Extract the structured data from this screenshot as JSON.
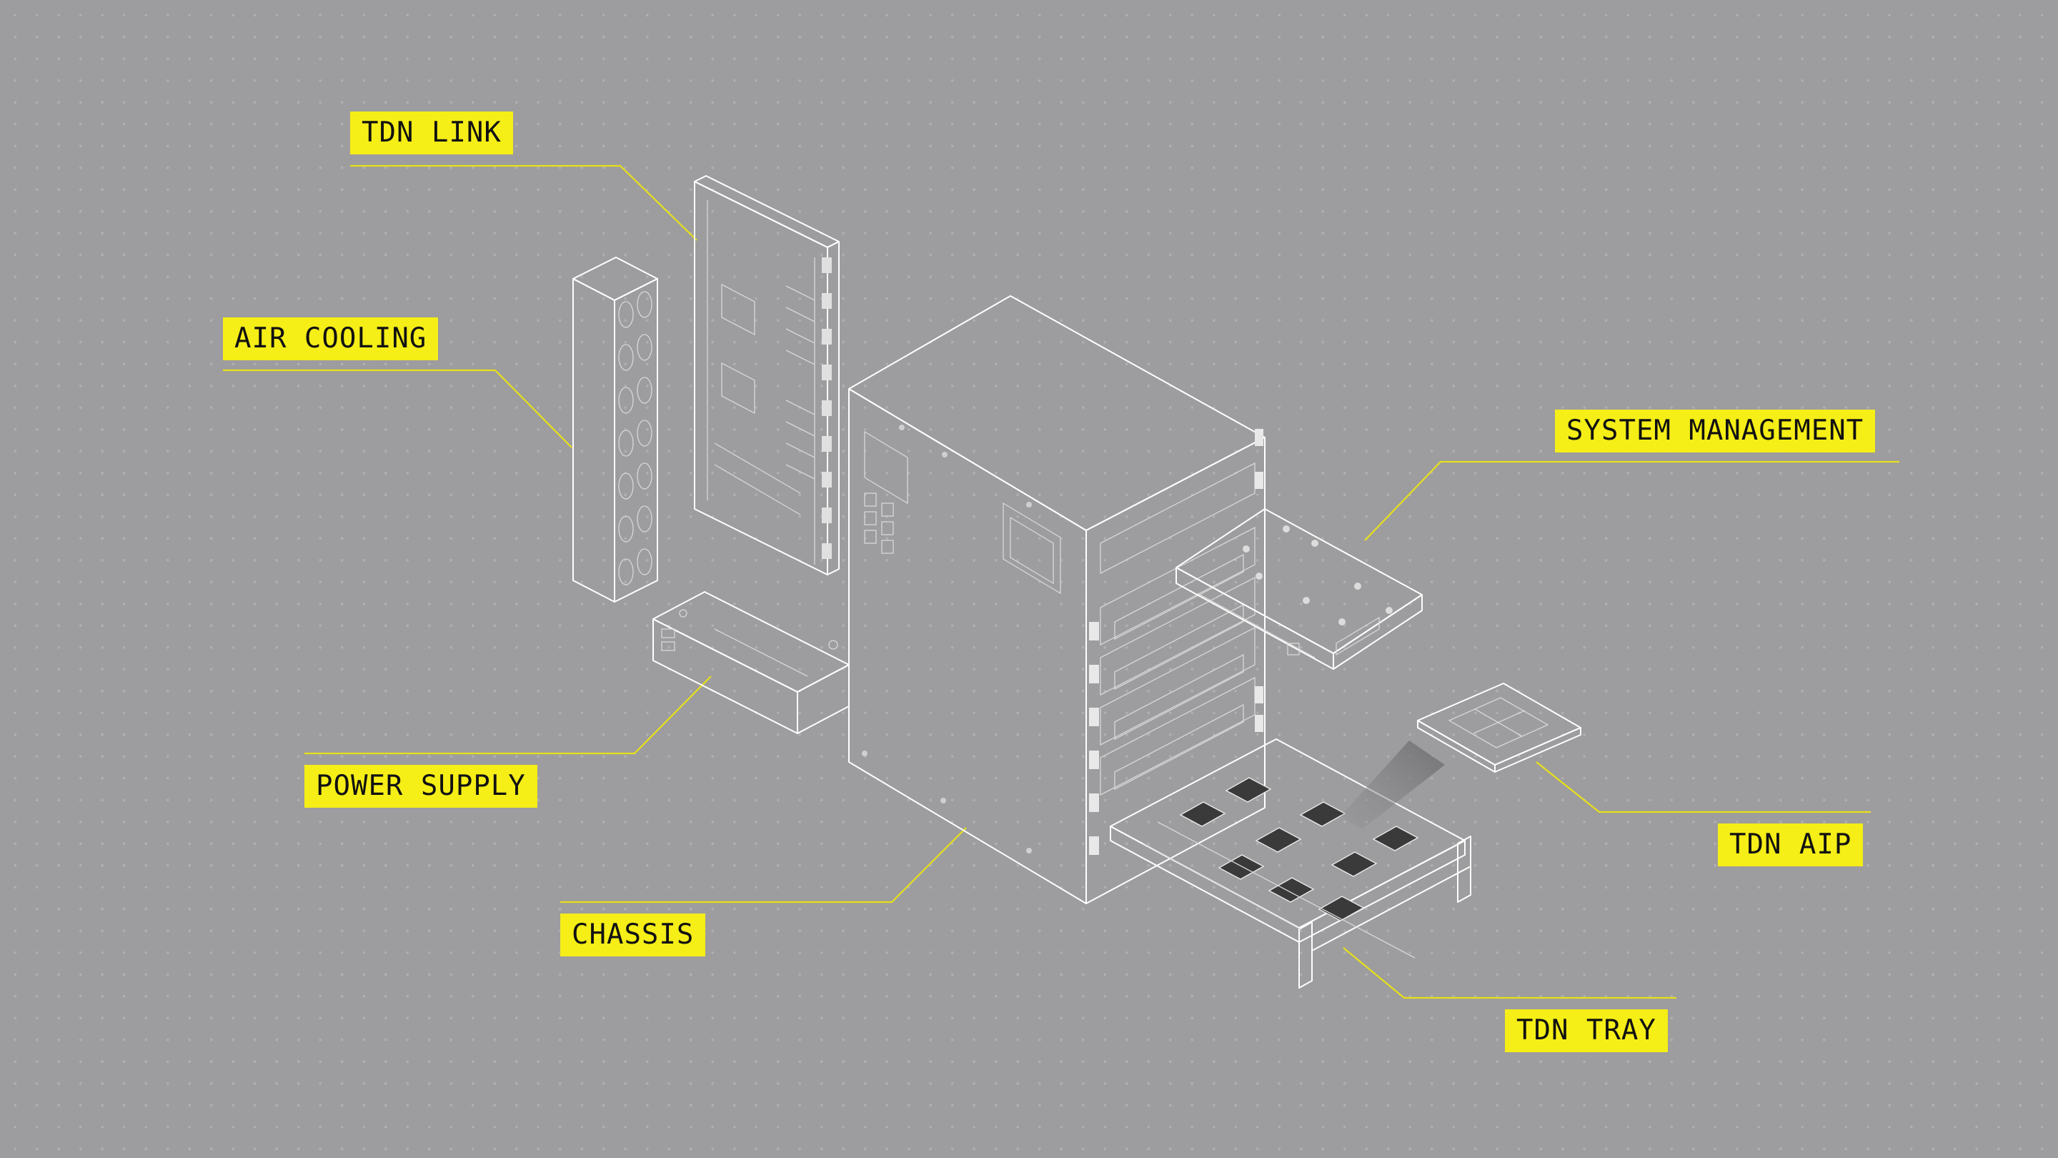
{
  "labels": {
    "tdn_link": "TDN LINK",
    "air_cooling": "AIR COOLING",
    "power_supply": "POWER SUPPLY",
    "chassis": "CHASSIS",
    "system_management": "SYSTEM MANAGEMENT",
    "tdn_aip": "TDN AIP",
    "tdn_tray": "TDN TRAY"
  },
  "colors": {
    "background": "#9d9c9e",
    "label_bg": "#f5ee17",
    "leader_line": "#e7e01a",
    "hardware_dark": "#1a1a1a",
    "hardware_edge": "#ffffff"
  }
}
